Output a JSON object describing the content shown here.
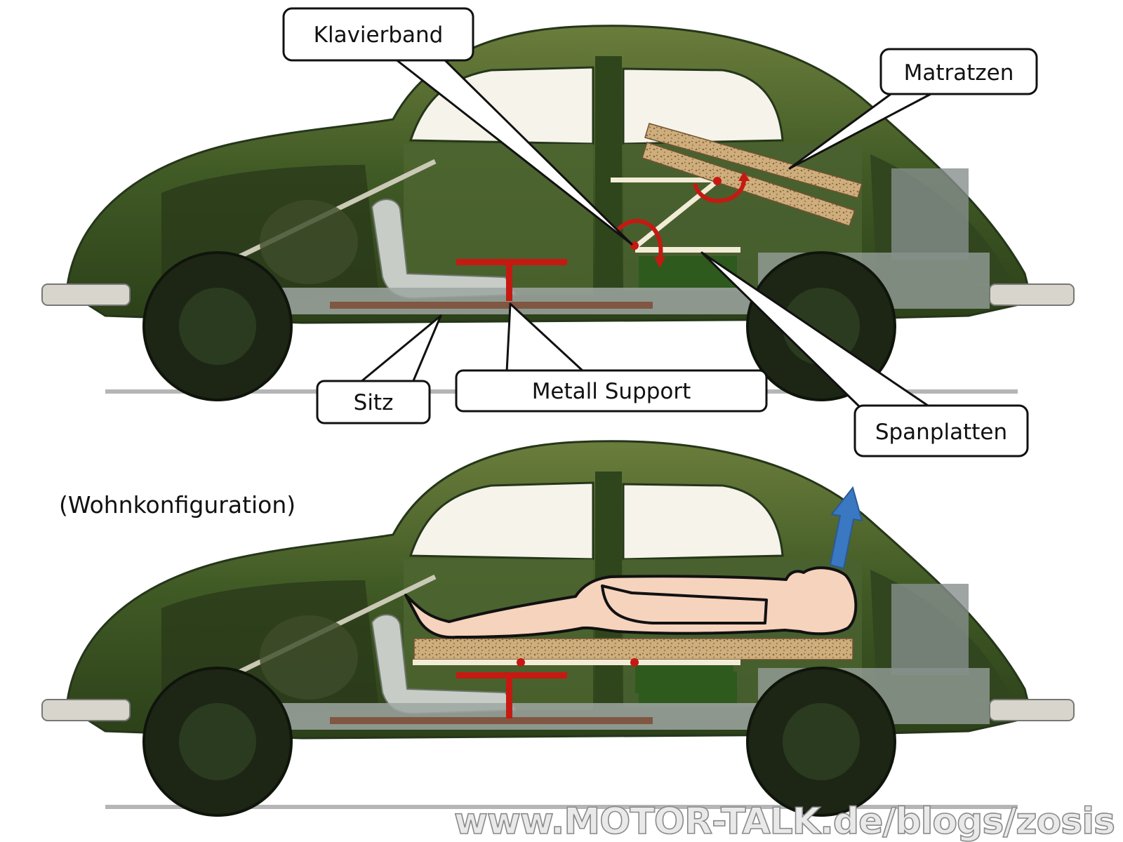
{
  "labels": {
    "klavierband": "Klavierband",
    "matratzen": "Matratzen",
    "sitz": "Sitz",
    "metall_support": "Metall Support",
    "spanplatten": "Spanplatten"
  },
  "caption": "(Wohnkonfiguration)",
  "watermark": "www.MOTOR-TALK.de/blogs/zosis",
  "colors": {
    "car_body": "#3f5a24",
    "car_dark": "#27391a",
    "red_marks": "#c41a12",
    "mattress": "#c9a676",
    "board": "#f2ecd6",
    "figure_skin": "#f6d3bd",
    "arrow_blue": "#3b78c2"
  }
}
